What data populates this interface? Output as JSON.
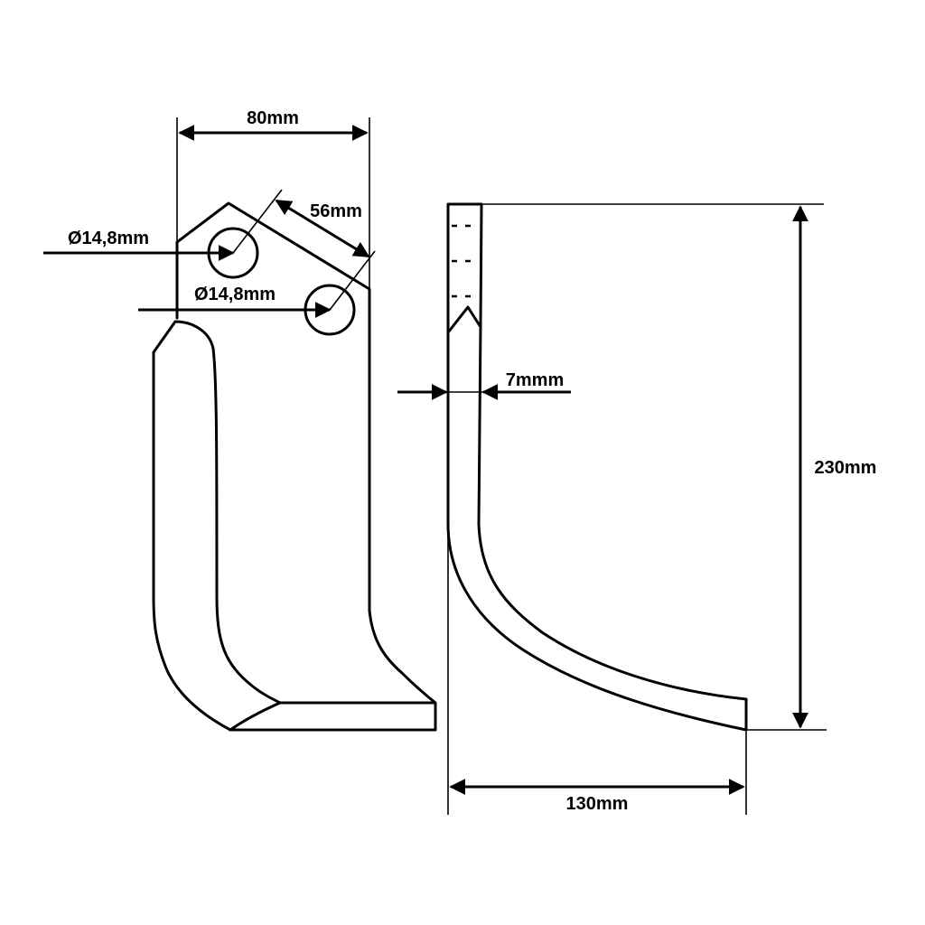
{
  "dimensions": {
    "width_top": "80mm",
    "hole_spacing": "56mm",
    "hole_diameter_1": "Ø14,8mm",
    "hole_diameter_2": "Ø14,8mm",
    "thickness": "7mmm",
    "height": "230mm",
    "reach": "130mm"
  },
  "colors": {
    "line": "#000000",
    "background": "#ffffff"
  }
}
